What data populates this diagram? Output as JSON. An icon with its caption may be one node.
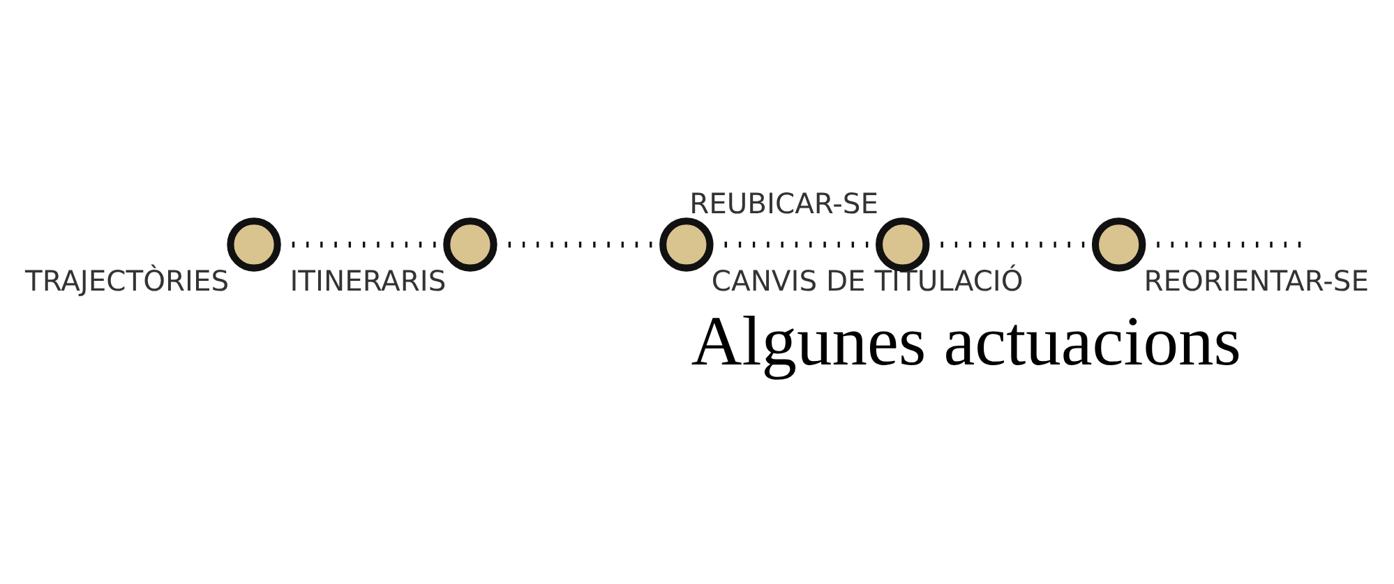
{
  "diagram": {
    "title": "Algunes actuacions",
    "nodes": [
      {
        "text": [
          "TRAJECTÒRIES"
        ]
      },
      {
        "text": [
          "ITINERARIS"
        ]
      },
      {
        "text": [
          "CANVIS DE TITULACIÓ"
        ]
      },
      {
        "text": [
          "REUBICAR-SE"
        ]
      },
      {
        "text": [
          "REORIENTAR-SE"
        ]
      }
    ],
    "edges": [
      {
        "from": 0,
        "to": 1,
        "arrow": "none"
      },
      {
        "from": 1,
        "to": 2,
        "arrow": "none"
      },
      {
        "from": 2,
        "to": 3,
        "arrow": "none"
      },
      {
        "from": 3,
        "to": 4,
        "arrow": "none"
      },
      {
        "from": 4,
        "to": null,
        "arrow": "none"
      }
    ]
  }
}
